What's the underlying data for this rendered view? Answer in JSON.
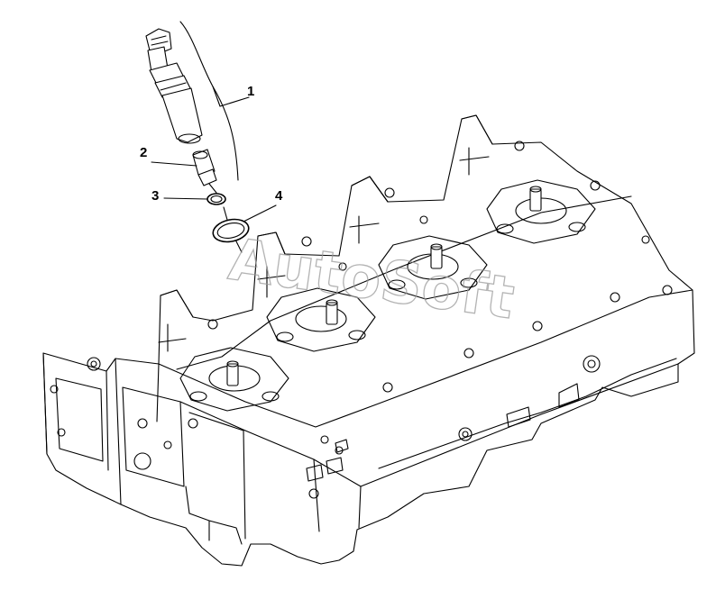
{
  "callouts": [
    {
      "id": "1",
      "label": "1"
    },
    {
      "id": "2",
      "label": "2"
    },
    {
      "id": "3",
      "label": "3"
    },
    {
      "id": "4",
      "label": "4"
    }
  ],
  "watermark": {
    "text": "AutoSoft"
  }
}
